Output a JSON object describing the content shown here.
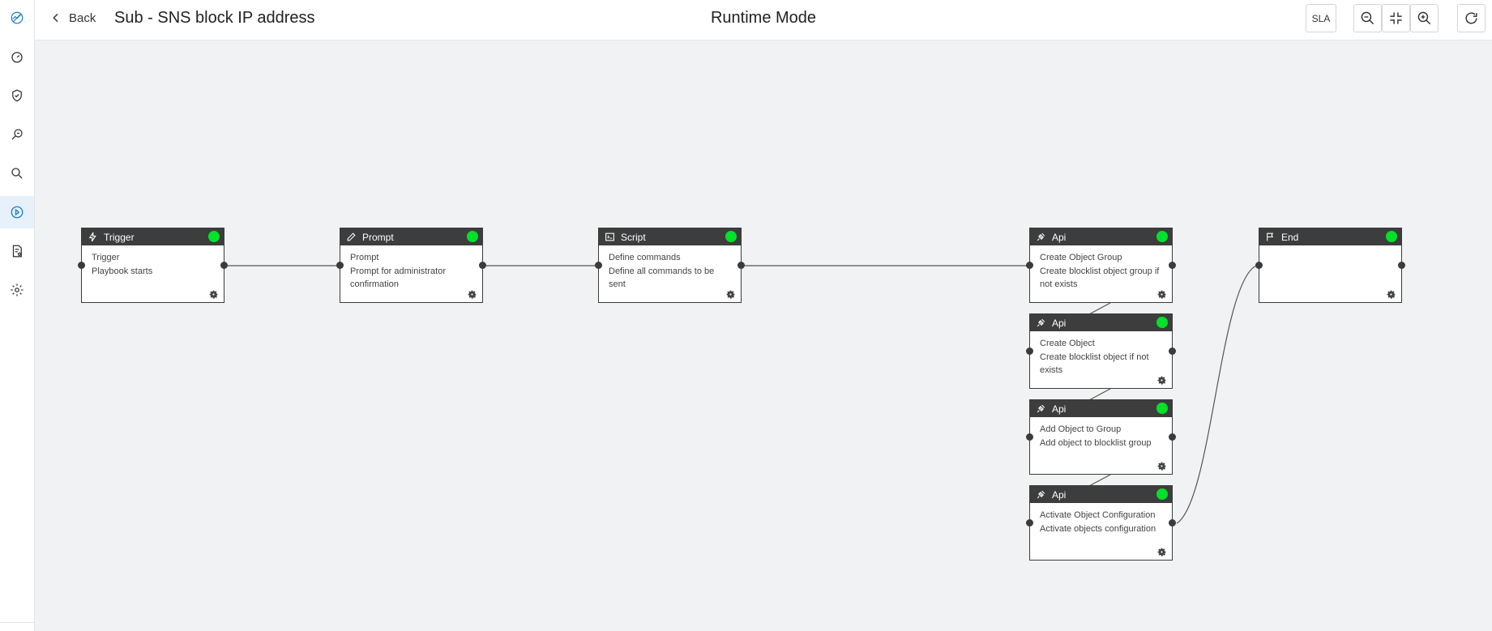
{
  "header": {
    "back_label": "Back",
    "title": "Sub - SNS block IP address",
    "mode": "Runtime Mode",
    "sla_label": "SLA"
  },
  "sidebar": {
    "items": [
      {
        "icon": "logo-icon"
      },
      {
        "icon": "dashboard-icon"
      },
      {
        "icon": "shield-check-icon"
      },
      {
        "icon": "investigate-icon"
      },
      {
        "icon": "search-icon"
      },
      {
        "icon": "playbook-icon",
        "active": true
      },
      {
        "icon": "report-icon"
      },
      {
        "icon": "settings-icon"
      }
    ]
  },
  "colors": {
    "node_header": "#3d3d3d",
    "status_ok": "#00e12a",
    "active_nav": "#e6f1fb",
    "accent": "#1a7fd1"
  },
  "nodes": {
    "trigger": {
      "type": "Trigger",
      "icon": "lightning-icon",
      "name": "Trigger",
      "description": "Playbook starts"
    },
    "prompt": {
      "type": "Prompt",
      "icon": "edit-icon",
      "name": "Prompt",
      "description": "Prompt for administrator confirmation"
    },
    "script": {
      "type": "Script",
      "icon": "terminal-icon",
      "name": "Define commands",
      "description": "Define all commands to be sent"
    },
    "api1": {
      "type": "Api",
      "icon": "plug-icon",
      "name": "Create Object Group",
      "description": "Create blocklist object group if not exists"
    },
    "api2": {
      "type": "Api",
      "icon": "plug-icon",
      "name": "Create Object",
      "description": "Create blocklist object if not exists"
    },
    "api3": {
      "type": "Api",
      "icon": "plug-icon",
      "name": "Add Object to Group",
      "description": "Add object to blocklist group"
    },
    "api4": {
      "type": "Api",
      "icon": "plug-icon",
      "name": "Activate Object Configuration",
      "description": "Activate objects configuration"
    },
    "end": {
      "type": "End",
      "icon": "flag-icon",
      "name": "",
      "description": ""
    }
  }
}
